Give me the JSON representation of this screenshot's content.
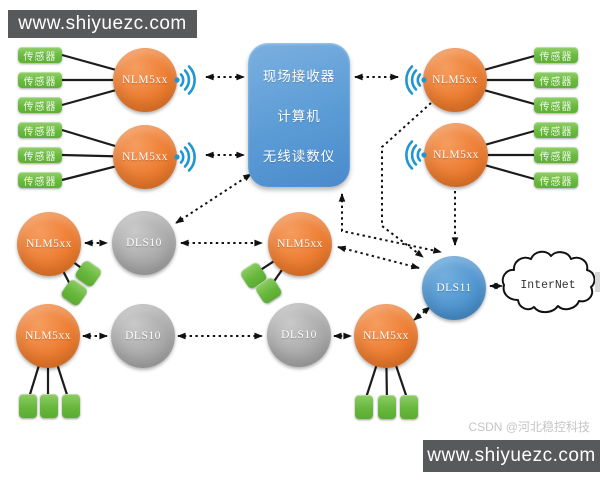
{
  "banners": {
    "top_text": "www.shiyuezc.com",
    "bottom_text": "www.shiyuezc.com"
  },
  "watermark": {
    "text": "CSDN @河北稳控科技"
  },
  "receiver": {
    "line1": "现场接收器",
    "line2": "计算机",
    "line3": "无线读数仪"
  },
  "labels": {
    "sensor": "传感器",
    "nlm": "NLM5xx",
    "dls10": "DLS10",
    "dls11": "DLS11",
    "internet": "InterNet"
  },
  "colors": {
    "node_orange": "#ED7D31",
    "node_gray": "#ABABAB",
    "node_blue": "#4E94D0",
    "receiver_blue": "#5B9BD5",
    "sensor_green": "#6ABA3F",
    "banner_gray": "#58595B",
    "wifi_blue": "#1E96D2",
    "connector_black": "#111111"
  }
}
